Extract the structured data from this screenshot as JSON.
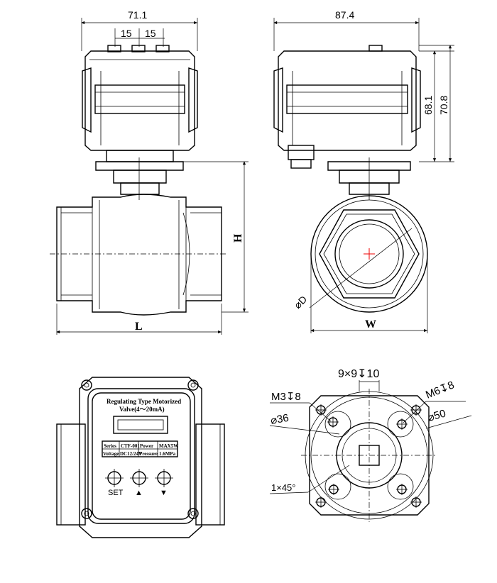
{
  "front": {
    "width_dim": "71.1",
    "pitch_left": "15",
    "pitch_right": "15",
    "length_label": "L",
    "height_label": "H"
  },
  "side": {
    "width_dim": "87.4",
    "h1_dim": "68.1",
    "h2_dim": "70.8",
    "width_label": "W",
    "bore_label": "⌀D"
  },
  "panel": {
    "title_line1": "Regulating Type Motorized",
    "title_line2": "Valve(4～20mA)",
    "table": [
      [
        "Series",
        "CTF-001",
        "Power",
        "MAX5W"
      ],
      [
        "Voltage",
        "DC12/24V",
        "Pressure",
        "1.6MPa"
      ]
    ],
    "button_set": "SET",
    "button_up": "▲",
    "button_down": "▼"
  },
  "flange": {
    "top_dim": "9×9↧10",
    "left_hole": "M3↧8",
    "right_hole": "M6↧8",
    "inner_circle": "⌀36",
    "outer_circle": "⌀50",
    "chamfer": "1×45°"
  }
}
